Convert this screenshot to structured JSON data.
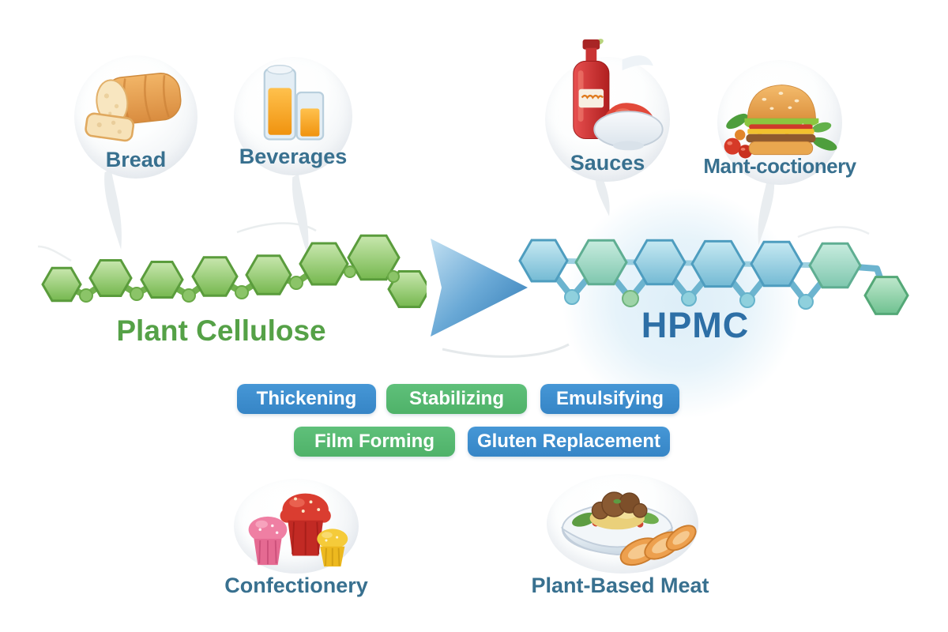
{
  "diagram": {
    "source": {
      "title": "Plant Cellulose",
      "title_color": "#55a147",
      "molecule_icon": "green-cellulose-chain-icon"
    },
    "product": {
      "title": "HPMC",
      "title_color": "#2d6fa6",
      "molecule_icon": "blue-hpmc-chain-icon"
    },
    "arrow_icon": "right-arrow-icon",
    "label_text_color": "#38708f",
    "applications": {
      "bread": {
        "label": "Bread",
        "icon": "bread-loaf-icon"
      },
      "beverages": {
        "label": "Beverages",
        "icon": "juice-glasses-icon"
      },
      "sauces": {
        "label": "Sauces",
        "icon": "ketchup-and-sauce-bowl-icon"
      },
      "burger": {
        "label": "Mant-coctionery",
        "icon": "burger-icon"
      },
      "confectionery": {
        "label": "Confectionery",
        "icon": "cupcakes-icon"
      },
      "plant_based_meat": {
        "label": "Plant-Based Meat",
        "icon": "meat-bowl-icon"
      }
    },
    "functions": [
      {
        "label": "Thickening",
        "color": "#3c8dcf"
      },
      {
        "label": "Stabilizing",
        "color": "#57ba72"
      },
      {
        "label": "Emulsifying",
        "color": "#3c8dcf"
      },
      {
        "label": "Film Forming",
        "color": "#57ba72"
      },
      {
        "label": "Gluten Replacement",
        "color": "#3c8dcf"
      }
    ]
  }
}
